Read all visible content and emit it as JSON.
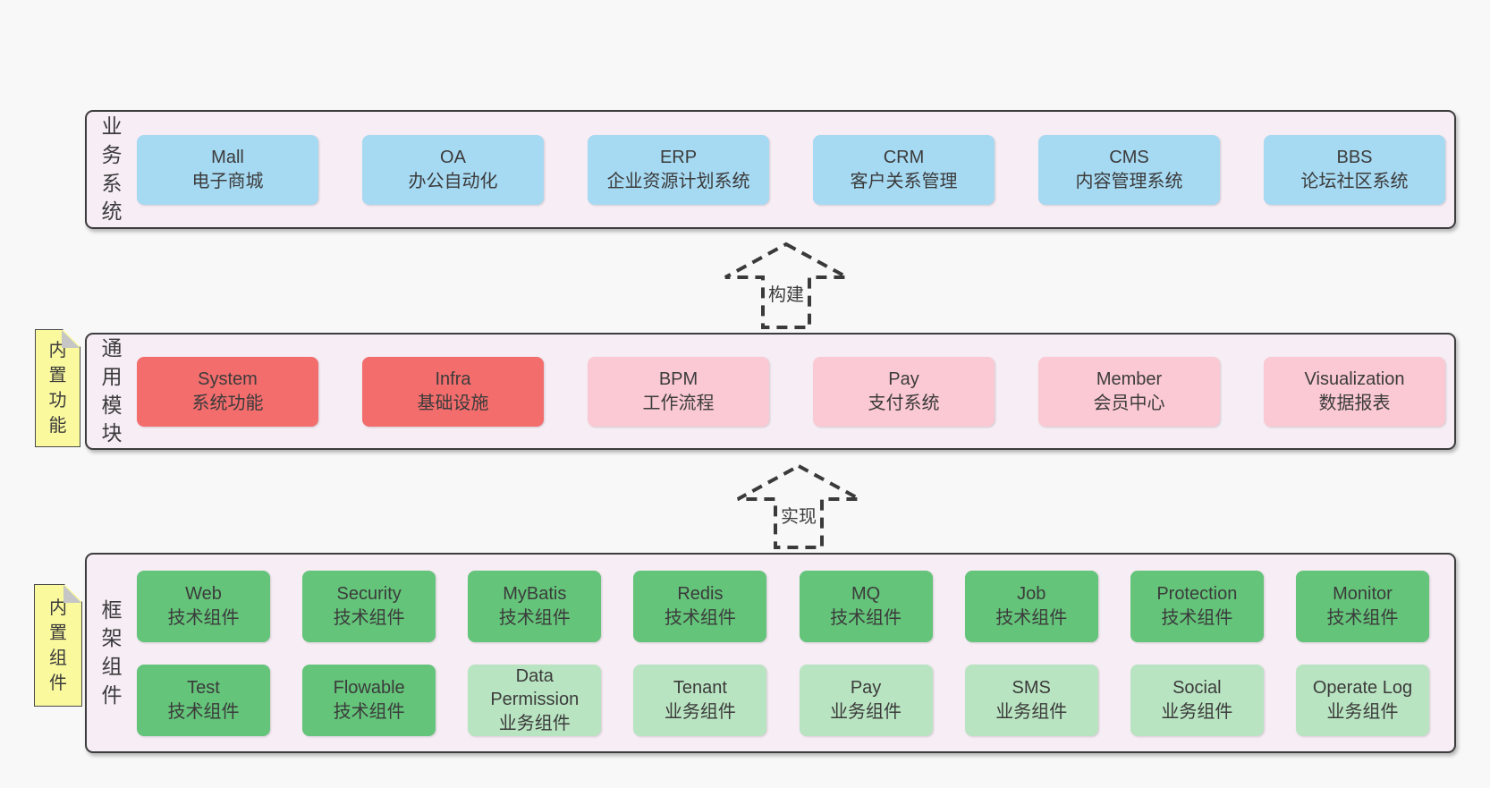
{
  "page": {
    "bg": "#f8f8f8"
  },
  "palette": {
    "page_bg": "#f8f8f8",
    "band_bg": "#f7edf5",
    "band_border": "#3d3d3d",
    "blue": "#a6d9f2",
    "red": "#f36d6d",
    "pink": "#fbc9d3",
    "green": "#64c47a",
    "lightgreen": "#b9e4c1",
    "note_bg": "#fbf99e",
    "note_fold": "#c6c6c6",
    "text": "#3b3b3b"
  },
  "arrows": [
    {
      "label": "构建"
    },
    {
      "label": "实现"
    }
  ],
  "bands": [
    {
      "label": "业务系统",
      "note": null,
      "rows": [
        [
          {
            "title": "Mall",
            "subtitle": "电子商城",
            "color": "blue"
          },
          {
            "title": "OA",
            "subtitle": "办公自动化",
            "color": "blue"
          },
          {
            "title": "ERP",
            "subtitle": "企业资源计划系统",
            "color": "blue"
          },
          {
            "title": "CRM",
            "subtitle": "客户关系管理",
            "color": "blue"
          },
          {
            "title": "CMS",
            "subtitle": "内容管理系统",
            "color": "blue"
          },
          {
            "title": "BBS",
            "subtitle": "论坛社区系统",
            "color": "blue"
          }
        ]
      ]
    },
    {
      "label": "通用模块",
      "note": "内置功能",
      "rows": [
        [
          {
            "title": "System",
            "subtitle": "系统功能",
            "color": "red"
          },
          {
            "title": "Infra",
            "subtitle": "基础设施",
            "color": "red"
          },
          {
            "title": "BPM",
            "subtitle": "工作流程",
            "color": "pink"
          },
          {
            "title": "Pay",
            "subtitle": "支付系统",
            "color": "pink"
          },
          {
            "title": "Member",
            "subtitle": "会员中心",
            "color": "pink"
          },
          {
            "title": "Visualization",
            "subtitle": "数据报表",
            "color": "pink"
          }
        ]
      ]
    },
    {
      "label": "框架组件",
      "note": "内置组件",
      "rows": [
        [
          {
            "title": "Web",
            "subtitle": "技术组件",
            "color": "green"
          },
          {
            "title": "Security",
            "subtitle": "技术组件",
            "color": "green"
          },
          {
            "title": "MyBatis",
            "subtitle": "技术组件",
            "color": "green"
          },
          {
            "title": "Redis",
            "subtitle": "技术组件",
            "color": "green"
          },
          {
            "title": "MQ",
            "subtitle": "技术组件",
            "color": "green"
          },
          {
            "title": "Job",
            "subtitle": "技术组件",
            "color": "green"
          },
          {
            "title": "Protection",
            "subtitle": "技术组件",
            "color": "green"
          },
          {
            "title": "Monitor",
            "subtitle": "技术组件",
            "color": "green"
          }
        ],
        [
          {
            "title": "Test",
            "subtitle": "技术组件",
            "color": "green"
          },
          {
            "title": "Flowable",
            "subtitle": "技术组件",
            "color": "green"
          },
          {
            "title": "Data Permission",
            "subtitle": "业务组件",
            "color": "lightgreen"
          },
          {
            "title": "Tenant",
            "subtitle": "业务组件",
            "color": "lightgreen"
          },
          {
            "title": "Pay",
            "subtitle": "业务组件",
            "color": "lightgreen"
          },
          {
            "title": "SMS",
            "subtitle": "业务组件",
            "color": "lightgreen"
          },
          {
            "title": "Social",
            "subtitle": "业务组件",
            "color": "lightgreen"
          },
          {
            "title": "Operate Log",
            "subtitle": "业务组件",
            "color": "lightgreen"
          }
        ]
      ]
    }
  ]
}
